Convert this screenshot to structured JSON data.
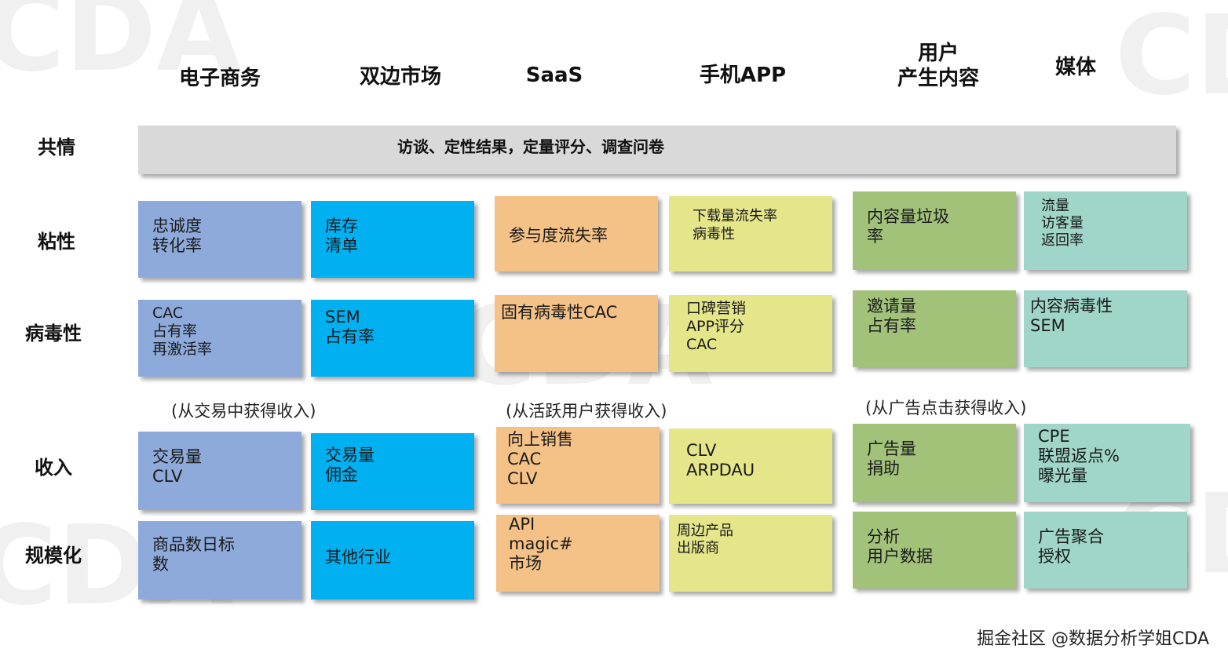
{
  "columns": [
    "电子商务",
    "双边市场",
    "SaaS",
    "手机APP",
    "用户\n产生内容",
    "媒体"
  ],
  "rows": [
    "共情",
    "粘性",
    "病毒性",
    "收入",
    "规模化"
  ],
  "empathy_banner": "访谈、定性结果，定量评分、调查问卷",
  "revenue_notes": [
    "(从交易中获得收入)",
    "(从活跃用户获得收入)",
    "(从广告点击获得收入)"
  ],
  "cells": {
    "sticky": [
      [
        "忠诚度",
        "转化率"
      ],
      [
        "库存",
        "清单"
      ],
      [
        "参与度流失率"
      ],
      [
        "下载量流失率",
        "病毒性"
      ],
      [
        "内容量垃圾",
        "率"
      ],
      [
        "流量",
        "访客量",
        "返回率"
      ]
    ],
    "viral": [
      [
        "CAC",
        "占有率",
        "再激活率"
      ],
      [
        "SEM",
        "占有率"
      ],
      [
        "固有病毒性CAC"
      ],
      [
        "口碑营销",
        "APP评分",
        "CAC"
      ],
      [
        "邀请量",
        "占有率"
      ],
      [
        "内容病毒性",
        "SEM"
      ]
    ],
    "revenue": [
      [
        "交易量",
        "CLV"
      ],
      [
        "交易量",
        "佣金"
      ],
      [
        "向上销售",
        "CAC",
        "CLV"
      ],
      [
        "CLV",
        "ARPDAU"
      ],
      [
        "广告量",
        "捐助"
      ],
      [
        "CPE",
        "联盟返点%",
        "曝光量"
      ]
    ],
    "scale": [
      [
        "商品数日标",
        "数"
      ],
      [
        "其他行业"
      ],
      [
        "API",
        "magic#",
        "市场"
      ],
      [
        "周边产品",
        "出版商"
      ],
      [
        "分析",
        "用户数据"
      ],
      [
        "广告聚合",
        "授权"
      ]
    ]
  },
  "watermark": "CDA",
  "footer": "掘金社区 @数据分析学姐CDA",
  "colors": {
    "ecommerce": "#8eaadb",
    "marketplace": "#00b0f0",
    "saas": "#f4c186",
    "mobile_app": "#e5e68a",
    "ugc": "#a2c27a",
    "media": "#9fd6c9",
    "banner": "#d9d9d9"
  }
}
